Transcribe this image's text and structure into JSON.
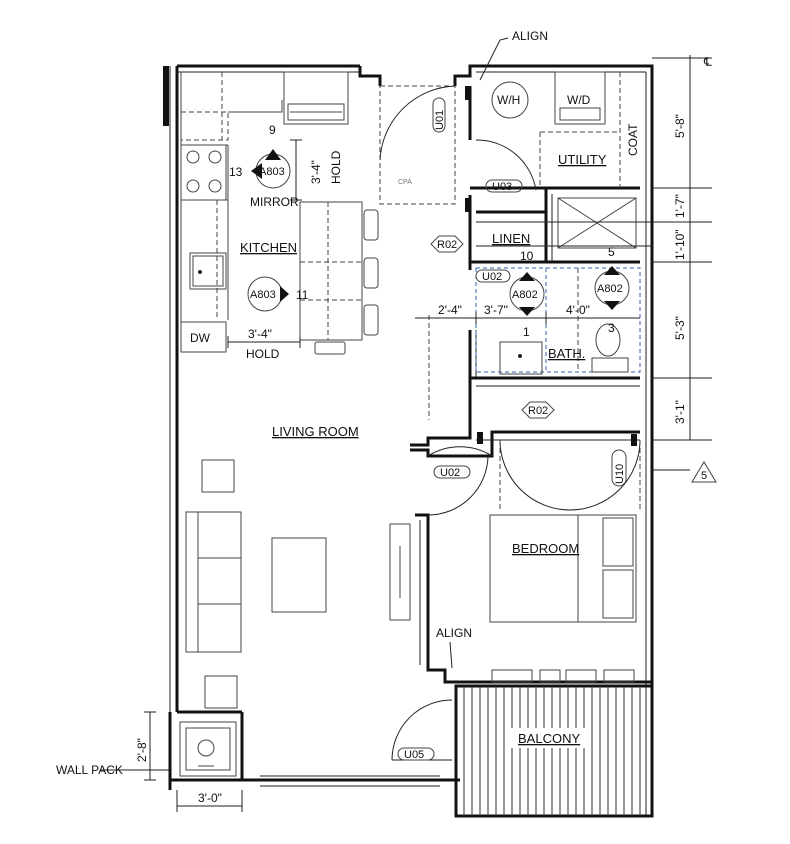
{
  "rooms": {
    "kitchen": "KITCHEN",
    "living_room": "LIVING ROOM",
    "bedroom": "BEDROOM",
    "balcony": "BALCONY",
    "utility": "UTILITY",
    "linen": "LINEN",
    "bath": "BATH."
  },
  "notes": {
    "align_top": "ALIGN",
    "align_bottom": "ALIGN",
    "mirror": "MIRROR",
    "hold_vertical": "HOLD",
    "hold_horizontal": "HOLD",
    "wall_pack": "WALL PACK",
    "coat": "COAT",
    "wh": "W/H",
    "wd": "W/D",
    "dw": "DW",
    "cpa": "CPA"
  },
  "dimensions": {
    "d_3_4_vert": "3'-4\"",
    "d_3_4_horiz": "3'-4\"",
    "d_2_4": "2'-4\"",
    "d_3_7": "3'-7\"",
    "d_4_0": "4'-0\"",
    "d_2_8": "2'-8\"",
    "d_3_0": "3'-0\"",
    "right_5_8": "5'-8\"",
    "right_1_7": "1'-7\"",
    "right_1_10": "1'-10\"",
    "right_5_3": "5'-3\"",
    "right_3_1": "3'-1\""
  },
  "door_tags": {
    "u01": "U01",
    "u03": "U03",
    "u02_bath": "U02",
    "u02_bed": "U02",
    "u10": "U10",
    "u05": "U05",
    "r02_linen": "R02",
    "r02_bed": "R02"
  },
  "section_marks": {
    "a803_top_ref": "A803",
    "a803_top_n1": "9",
    "a803_top_n2": "13",
    "a803_mid_ref": "A803",
    "a803_mid_n": "11",
    "a802_left_ref": "A802",
    "a802_left_n1": "10",
    "a802_left_n2": "1",
    "a802_right_ref": "A802",
    "a802_right_n1": "5",
    "a802_right_n2": "3"
  },
  "grid": {
    "centerline": "℄",
    "elev_tag": "5"
  }
}
